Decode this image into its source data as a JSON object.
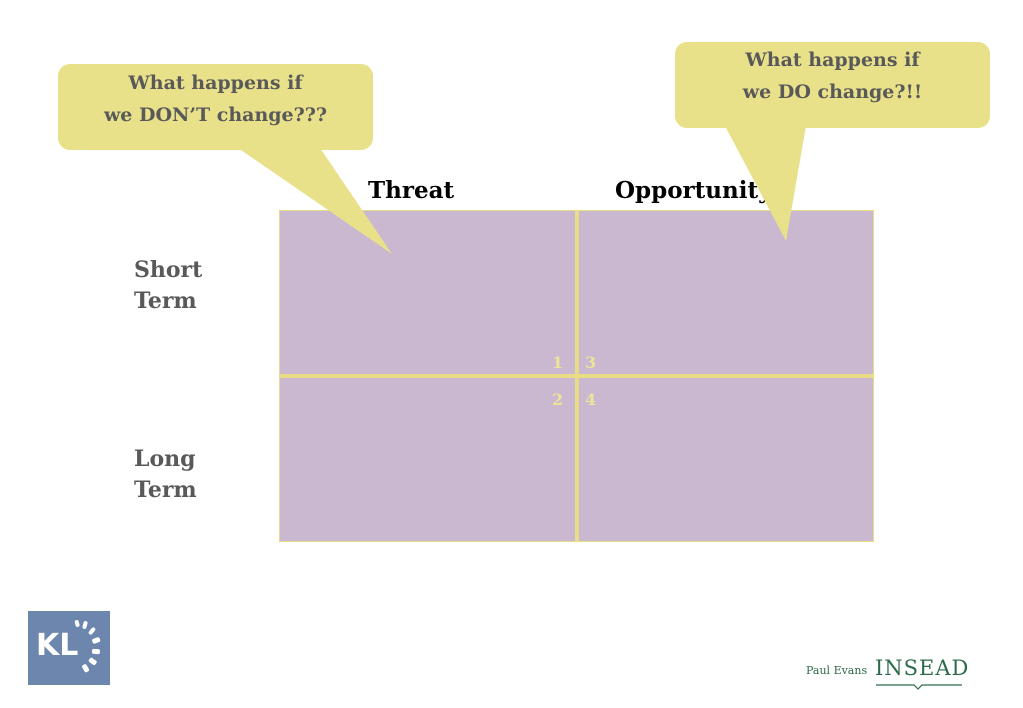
{
  "matrix": {
    "columns": [
      "Threat",
      "Opportunity"
    ],
    "rows": [
      {
        "label_line1": "Short",
        "label_line2": "Term"
      },
      {
        "label_line1": "Long",
        "label_line2": "Term"
      }
    ],
    "quadrant_numbers": [
      "1",
      "2",
      "3",
      "4"
    ],
    "colors": {
      "cell": "#c9b8cf",
      "divider": "#e9dc86"
    }
  },
  "callouts": {
    "left": {
      "line1": "What happens if",
      "line2": "we DON’T change???"
    },
    "right": {
      "line1": "What happens if",
      "line2": "we DO change?!!"
    },
    "color": "#e8e18a"
  },
  "footer": {
    "left_logo_text": "KL",
    "author": "Paul Evans",
    "institution": "INSEAD",
    "colors": {
      "kl_logo": "#6d86ad",
      "insead": "#2e6b4a"
    }
  }
}
